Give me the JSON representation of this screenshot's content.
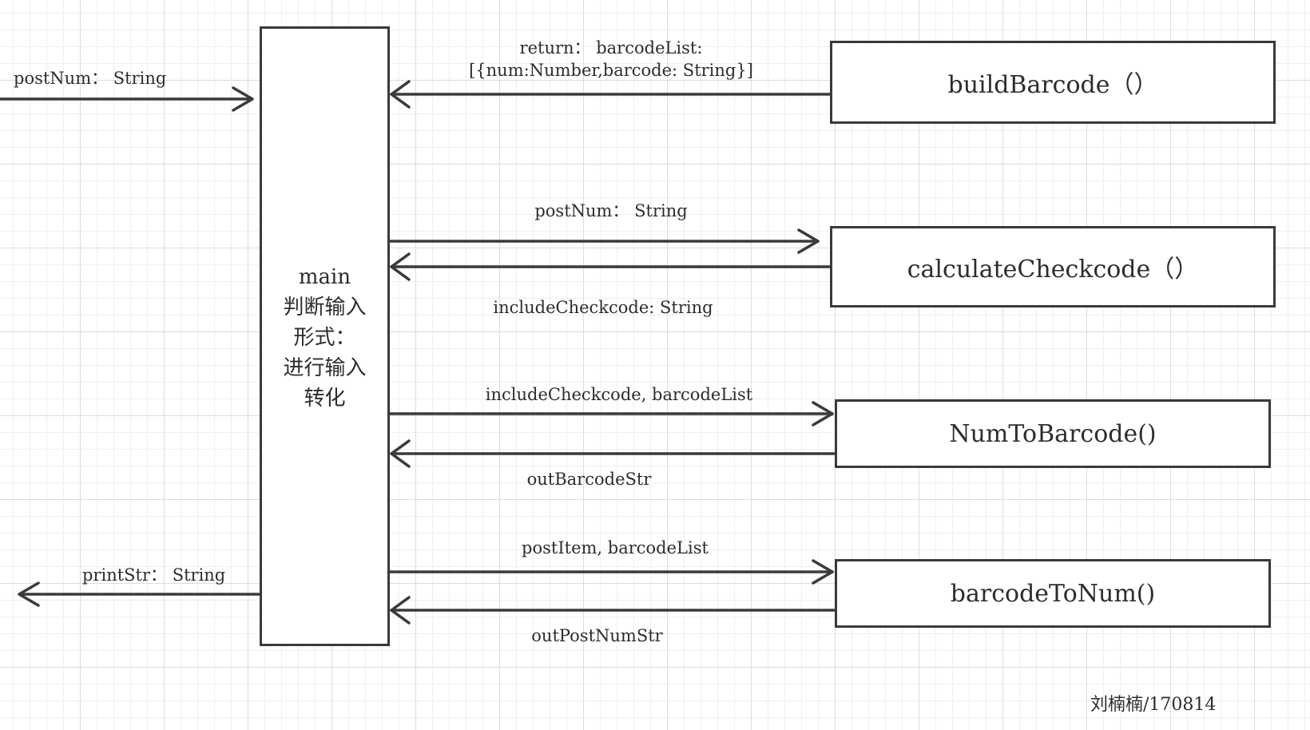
{
  "main": {
    "name": "main",
    "line1": "判断输入",
    "line2": "形式：",
    "line3": "进行输入",
    "line4": "转化"
  },
  "functions": {
    "build_barcode": "buildBarcode（）",
    "calculate_checkcode": "calculateCheckcode（）",
    "num_to_barcode": "NumToBarcode()",
    "barcode_to_num": "barcodeToNum()"
  },
  "edges": {
    "input": "postNum： String",
    "output": "printStr： String",
    "build_return_line1": "return： barcodeList:",
    "build_return_line2": "[{num:Number,barcode: String}]",
    "calc_in": "postNum： String",
    "calc_out": "includeCheckcode: String",
    "n2b_in": "includeCheckcode, barcodeList",
    "n2b_out": "outBarcodeStr",
    "b2n_in": "postItem, barcodeList",
    "b2n_out": "outPostNumStr"
  },
  "author": "刘楠楠/170814"
}
